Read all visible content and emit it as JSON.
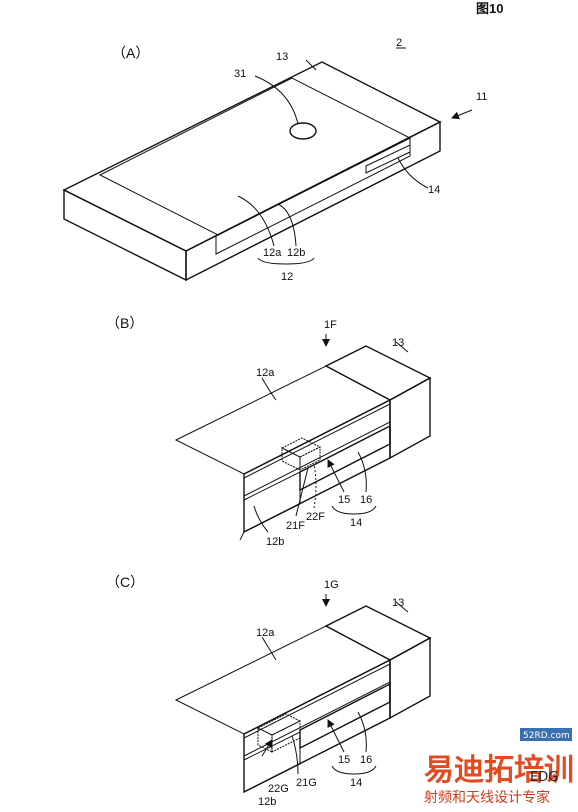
{
  "figure": {
    "title": "图10",
    "panels": [
      {
        "id": "A",
        "label": "（A）",
        "callouts": [
          "2",
          "13",
          "31",
          "11",
          "14",
          "12a",
          "12b",
          "12"
        ]
      },
      {
        "id": "B",
        "label": "（B）",
        "callouts": [
          "1F",
          "13",
          "12a",
          "12b",
          "21F",
          "22F",
          "15",
          "16",
          "14"
        ]
      },
      {
        "id": "C",
        "label": "（C）",
        "callouts": [
          "1G",
          "13",
          "12a",
          "12b",
          "22G",
          "21G",
          "15",
          "16",
          "14"
        ]
      }
    ]
  },
  "watermark": {
    "main": "易迪拓培训",
    "sub": "射频和天线设计专家",
    "url": "52RD.com",
    "corner": "EDG"
  }
}
